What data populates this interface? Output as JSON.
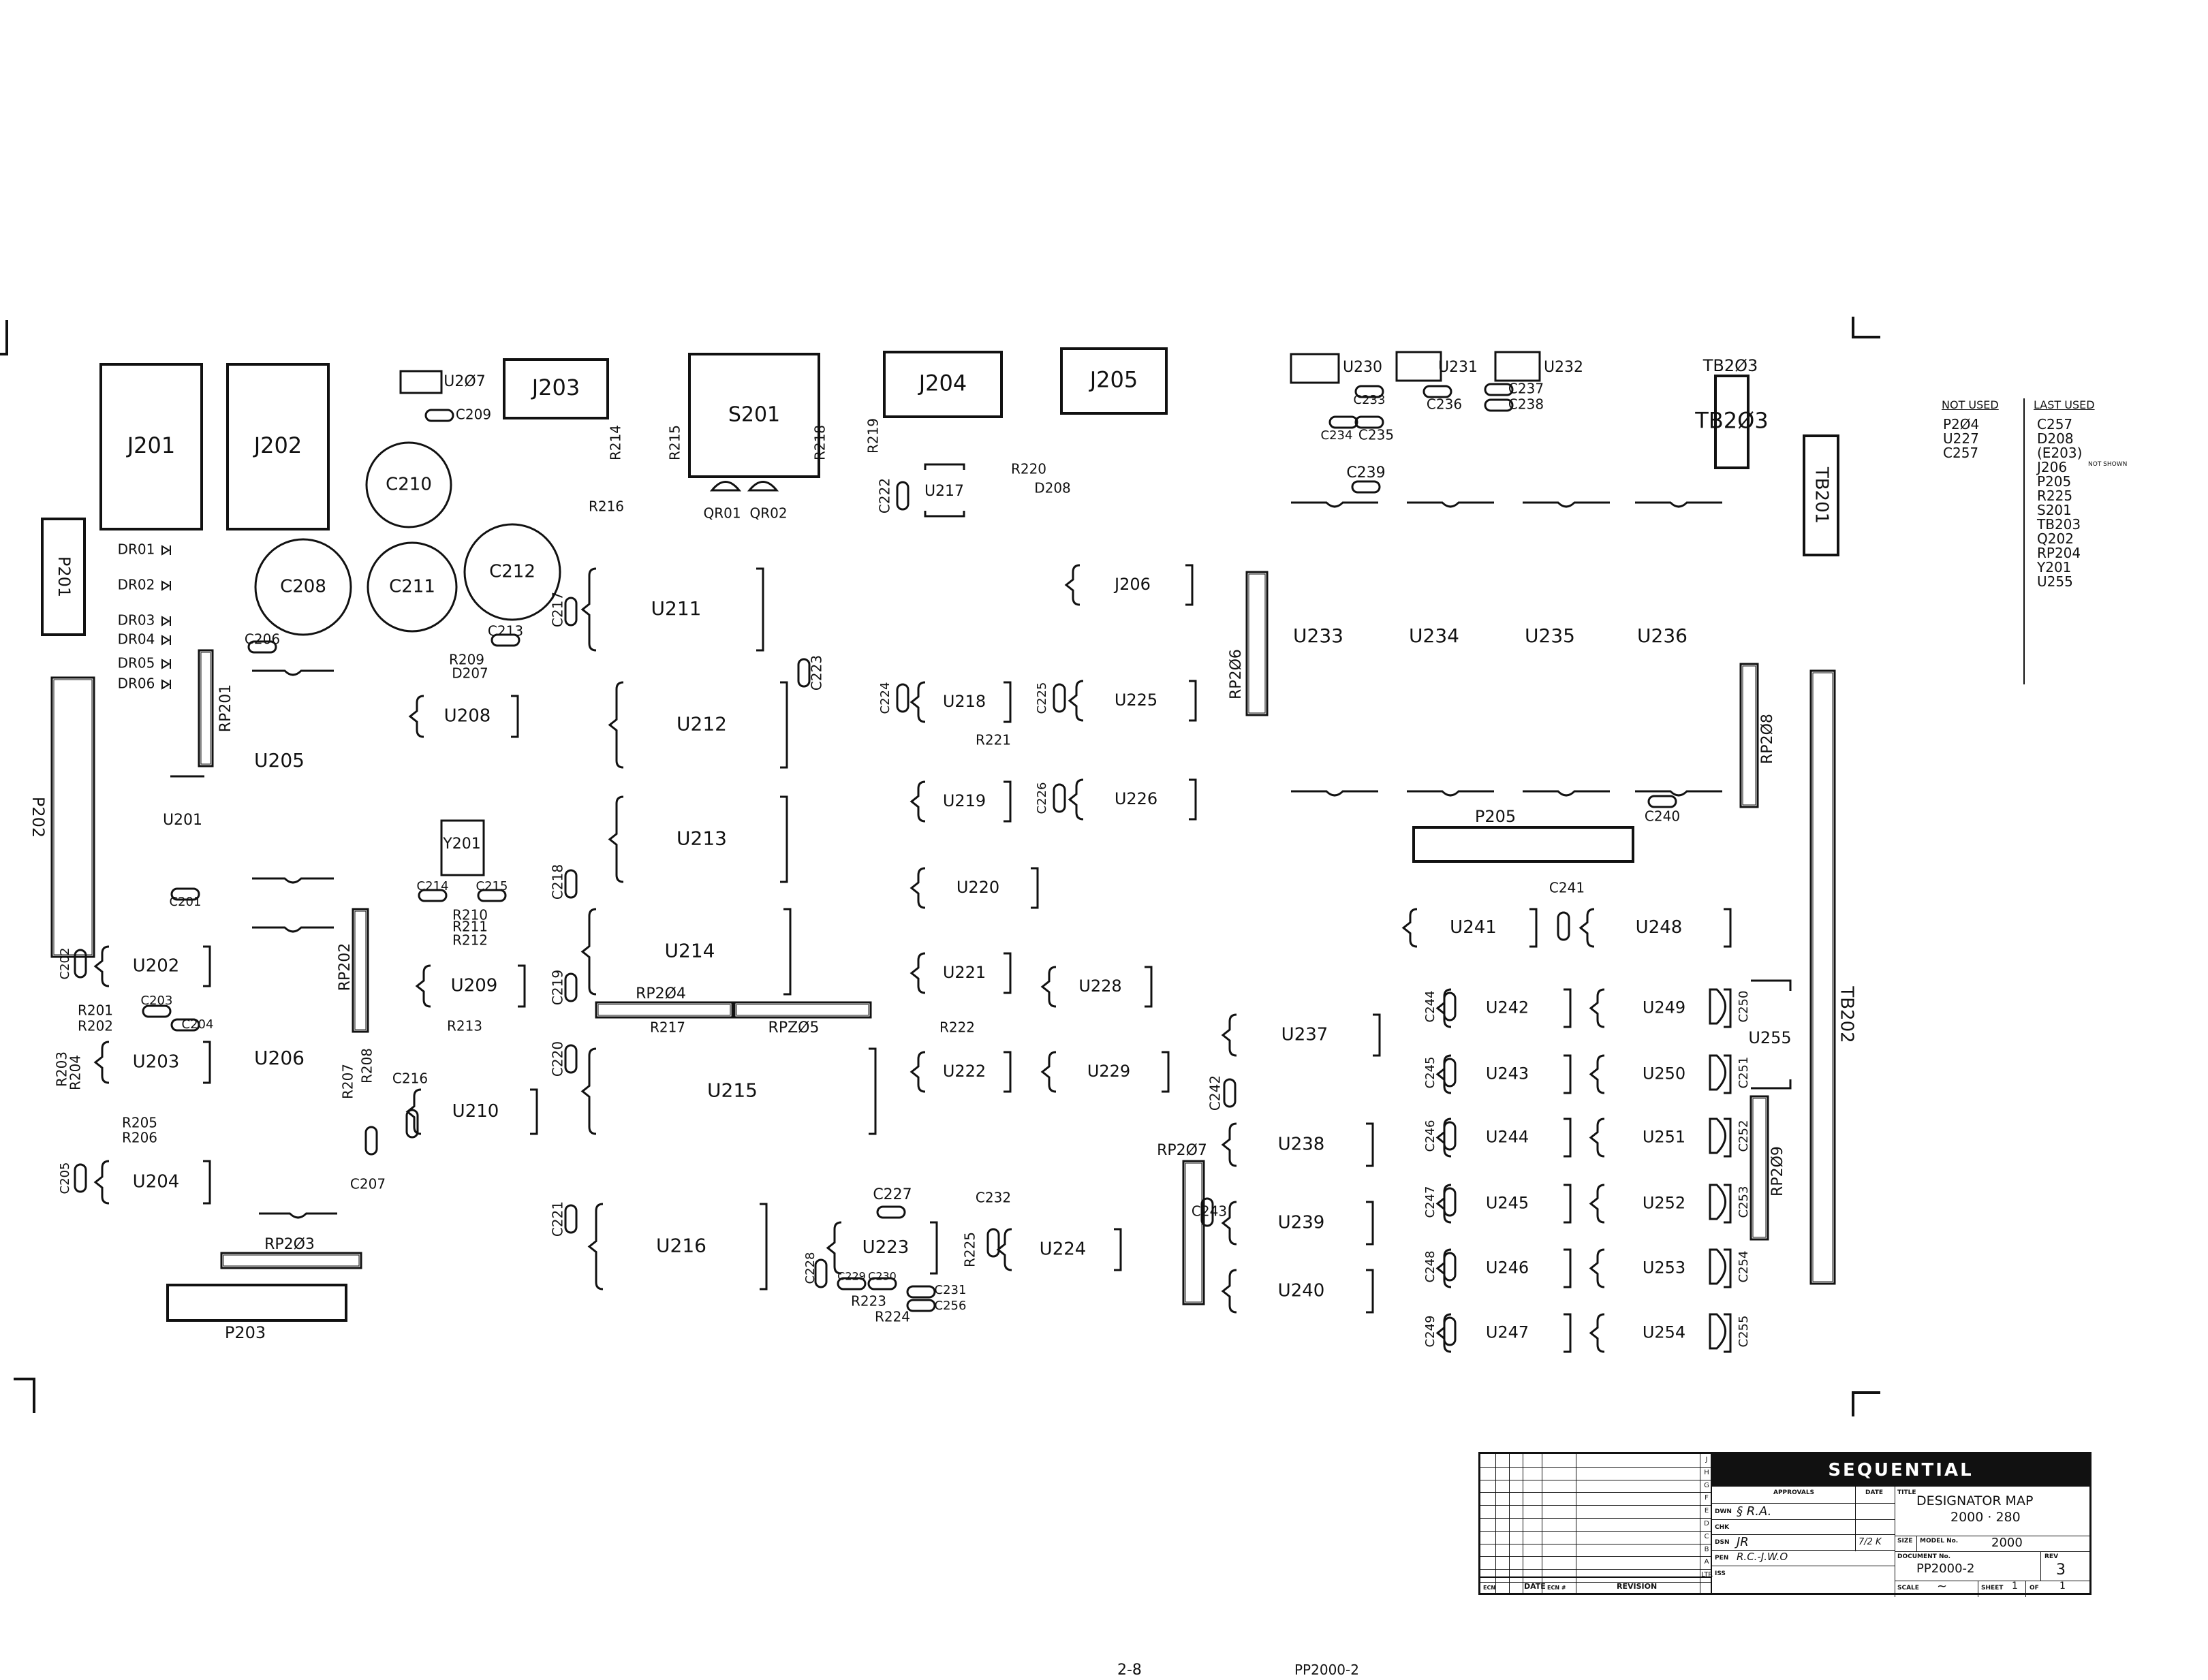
{
  "board": {
    "connectors": [
      {
        "id": "J201",
        "label": "J201"
      },
      {
        "id": "J202",
        "label": "J202"
      },
      {
        "id": "J203",
        "label": "J203"
      },
      {
        "id": "S201",
        "label": "S201"
      },
      {
        "id": "J204",
        "label": "J204"
      },
      {
        "id": "J205",
        "label": "J205"
      },
      {
        "id": "TB203",
        "label": "TB2Ø3"
      },
      {
        "id": "TB201",
        "label": "TB201"
      },
      {
        "id": "TB202",
        "label": "TB202"
      },
      {
        "id": "P201",
        "label": "P201"
      },
      {
        "id": "P202",
        "label": "P202"
      },
      {
        "id": "P203",
        "label": "P203"
      },
      {
        "id": "P204",
        "label": "RP2Ø4"
      },
      {
        "id": "P205",
        "label": "P205"
      },
      {
        "id": "RP201",
        "label": "RP201"
      },
      {
        "id": "RP202",
        "label": "RP202"
      },
      {
        "id": "RP203",
        "label": "RP2Ø3"
      },
      {
        "id": "RP205",
        "label": "RPZØ5"
      },
      {
        "id": "RP206",
        "label": "RP2Ø6"
      },
      {
        "id": "RP207",
        "label": "RP2Ø7"
      },
      {
        "id": "RP208",
        "label": "RP2Ø8"
      },
      {
        "id": "RP209",
        "label": "RP2Ø9"
      }
    ],
    "ics": [
      "U2Ø7",
      "U211",
      "U212",
      "U213",
      "U214",
      "U215",
      "U216",
      "U217",
      "U218",
      "U219",
      "U220",
      "U221",
      "U222",
      "U223",
      "U224",
      "U225",
      "U226",
      "J206",
      "U228",
      "U229",
      "U205",
      "U201",
      "U202",
      "U203",
      "U204",
      "U206",
      "U208",
      "U209",
      "U210",
      "U230",
      "U231",
      "U232",
      "U233",
      "U234",
      "U235",
      "U236",
      "U237",
      "U238",
      "U239",
      "U240",
      "U241",
      "U242",
      "U243",
      "U244",
      "U245",
      "U246",
      "U247",
      "U248",
      "U249",
      "U250",
      "U251",
      "U252",
      "U253",
      "U254",
      "U255",
      "Y201"
    ],
    "caps": [
      "C210",
      "C211",
      "C212",
      "C208",
      "C209",
      "C206",
      "C213",
      "C214",
      "C215",
      "C216",
      "C217",
      "C218",
      "C219",
      "C220",
      "C221",
      "C222",
      "C223",
      "C224",
      "C225",
      "C226",
      "C227",
      "C228",
      "C229",
      "C230",
      "C231",
      "C232",
      "C233",
      "C234",
      "C235",
      "C236",
      "C237",
      "C238",
      "C239",
      "C240",
      "C241",
      "C242",
      "C243",
      "C244",
      "C245",
      "C246",
      "C247",
      "C248",
      "C249",
      "C250",
      "C251",
      "C252",
      "C253",
      "C254",
      "C255",
      "C256",
      "C201",
      "C202",
      "C203",
      "C204",
      "C205",
      "C207"
    ],
    "resistors": [
      "R201",
      "R202",
      "R203",
      "R204",
      "R205",
      "R206",
      "R207",
      "R208",
      "R209",
      "R210",
      "R211",
      "R212",
      "R213",
      "R214",
      "R215",
      "R216",
      "R217",
      "R218",
      "R219",
      "R220",
      "R221",
      "R222",
      "R223",
      "R224",
      "R225"
    ],
    "diodes": [
      "DR01",
      "DR02",
      "DR03",
      "DR04",
      "DR05",
      "DR06",
      "D207",
      "D208"
    ],
    "transistors": [
      "QR01",
      "QR02"
    ]
  },
  "notes": {
    "header_left": "NOT USED",
    "header_right": "LAST USED",
    "not_used": [
      "P2Ø4",
      "U227",
      "C257"
    ],
    "last_used": [
      "C257",
      "D208",
      "(E203)",
      "J206",
      "P205",
      "R225",
      "S201",
      "TB203",
      "Q202",
      "RP204",
      "Y201",
      "U255"
    ],
    "not_shown": "NOT SHOWN"
  },
  "title_block": {
    "brand": "SEQUENTIAL",
    "row_letters": [
      "J",
      "H",
      "G",
      "F",
      "E",
      "D",
      "C",
      "B",
      "A",
      "LTR"
    ],
    "footer": {
      "ltr": "ECN",
      "date": "DATE",
      "ecn": "ECN #",
      "revision": "REVISION"
    },
    "approvals_label": "APPROVALS",
    "date_label": "DATE",
    "title_label": "TITLE",
    "title_line1": "DESIGNATOR MAP",
    "title_line2": "2000 · 280",
    "drwn_label": "DWN",
    "drwn_value": "§ R.A.",
    "chk_label": "CHK",
    "dsn_label": "DSN",
    "dsn_value": "JR",
    "pen_label": "PEN",
    "pen_value": "R.C.-J.W.O",
    "iss_label": "ISS",
    "size_label": "SIZE",
    "model_label": "MODEL No.",
    "model_value": "2000",
    "doc_label": "DOCUMENT No.",
    "doc_value": "PP2000-2",
    "rev_label": "REV",
    "rev_value": "3",
    "scale_label": "SCALE",
    "scale_value": "~",
    "sheet_label": "SHEET",
    "sheet_value": "1",
    "of_label": "OF",
    "of_value": "1",
    "date_chk": "7/2 K"
  },
  "page_footer": {
    "page_number": "2-8",
    "doc_code": "PP2000-2"
  }
}
